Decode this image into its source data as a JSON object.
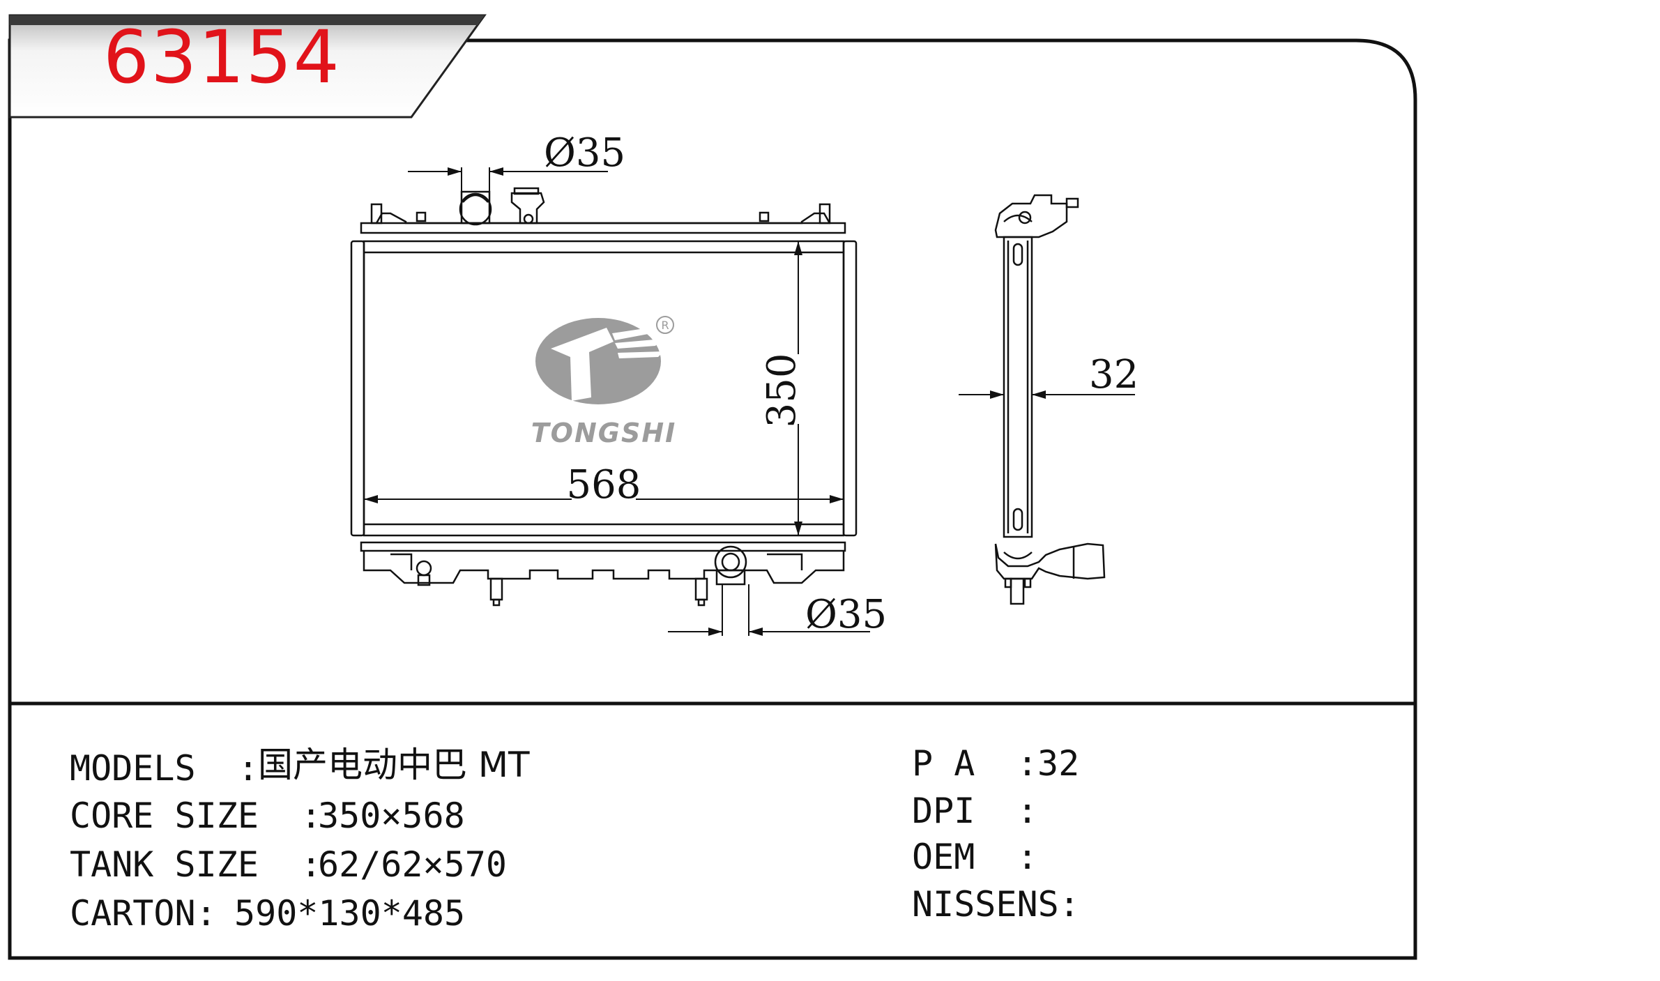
{
  "header": {
    "part_number": "63154"
  },
  "drawing": {
    "width_dim": "568",
    "height_dim": "350",
    "inlet_dim": "Ø35",
    "outlet_dim": "Ø35",
    "thickness_dim": "32",
    "logo": {
      "brand": "TONGSHI",
      "registered_mark": "R"
    }
  },
  "specs": {
    "models": {
      "label": "MODELS  :",
      "value": "国产电动中巴 MT"
    },
    "core": {
      "label": "CORE SIZE  :",
      "value": "350×568"
    },
    "tank": {
      "label": "TANK SIZE  :",
      "value": "62/62×570"
    },
    "carton": {
      "label": "CARTON:",
      "value": "590*130*485"
    },
    "pa": {
      "label": "P A  :",
      "value": "32"
    },
    "dpi": {
      "label": "DPI  :",
      "value": ""
    },
    "oem": {
      "label": "OEM  :",
      "value": ""
    },
    "nissens": {
      "label": "NISSENS:",
      "value": ""
    }
  },
  "colors": {
    "accent": "#e1131a",
    "frame": "#111111",
    "logo": "#9c9c9c"
  }
}
